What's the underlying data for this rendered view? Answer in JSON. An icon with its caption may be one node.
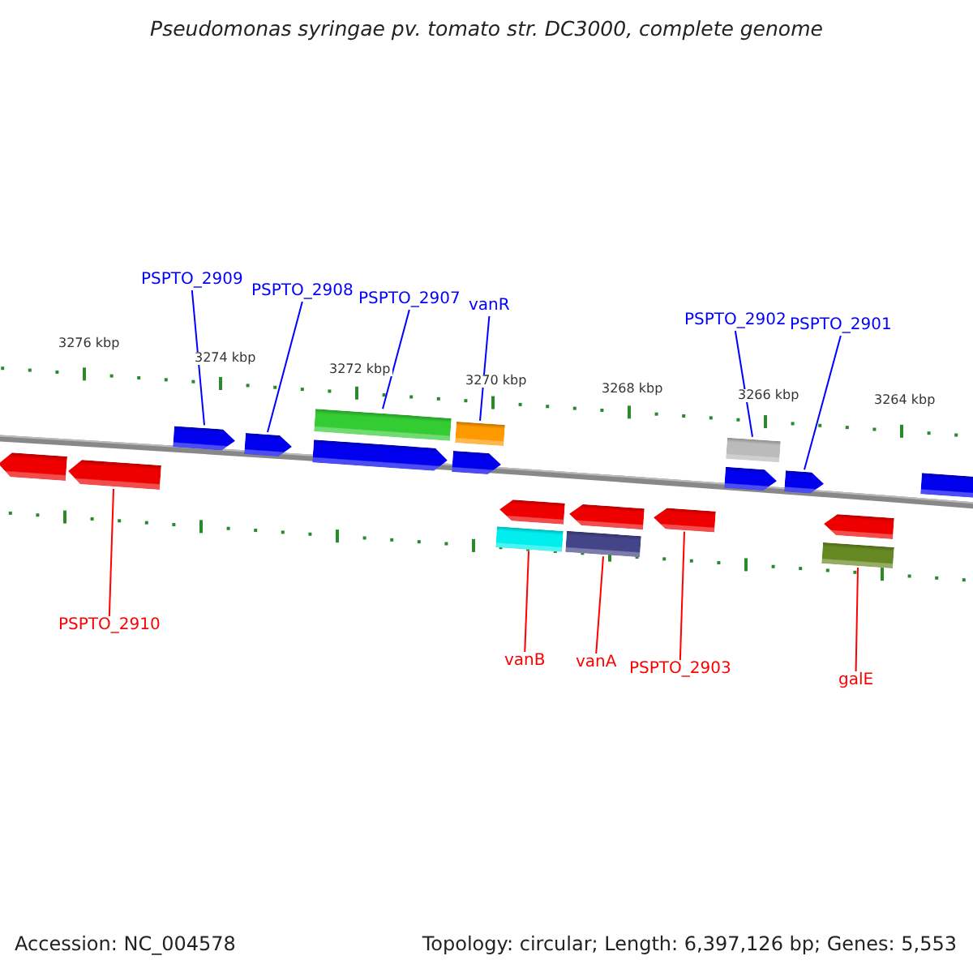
{
  "diagram": {
    "title": "Pseudomonas syringae pv. tomato str. DC3000, complete genome",
    "nodes": [
      {
        "text": [
          "PSPTO_2909"
        ]
      },
      {
        "text": [
          "PSPTO_2908"
        ]
      },
      {
        "text": [
          "PSPTO_2907"
        ]
      },
      {
        "text": [
          "vanR"
        ]
      },
      {
        "text": [
          "PSPTO_2902"
        ]
      },
      {
        "text": [
          "PSPTO_2901"
        ]
      },
      {
        "text": [],
        "shape": "arrow"
      },
      {
        "text": [],
        "shape": "arrow"
      },
      {
        "text": [],
        "shape": "arrow"
      },
      {
        "text": [],
        "shape": "arrow"
      },
      {
        "text": [],
        "shape": "bar"
      },
      {
        "text": [],
        "shape": "arrow"
      },
      {
        "text": [],
        "shape": "bar"
      },
      {
        "text": [],
        "shape": "arrow"
      },
      {
        "text": [],
        "shape": "bar"
      },
      {
        "text": [],
        "shape": "arrow"
      },
      {
        "text": [],
        "shape": "bar"
      },
      {
        "text": [],
        "shape": "arrow"
      },
      {
        "text": [],
        "shape": "arrow"
      },
      {
        "text": [],
        "shape": "bar"
      },
      {
        "text": [],
        "shape": "arrow"
      },
      {
        "text": [],
        "shape": "arrow"
      },
      {
        "text": [],
        "shape": "bar"
      },
      {
        "text": [],
        "shape": "arrow"
      },
      {
        "text": [],
        "shape": "bar"
      },
      {
        "text": [
          "PSPTO_2910"
        ]
      },
      {
        "text": [
          "vanB"
        ]
      },
      {
        "text": [
          "vanA"
        ]
      },
      {
        "text": [
          "PSPTO_2903"
        ]
      },
      {
        "text": [
          "galE"
        ]
      }
    ],
    "edges": [
      {
        "from": 0,
        "to": 8,
        "arrow": "none"
      },
      {
        "from": 1,
        "to": 9,
        "arrow": "none"
      },
      {
        "from": 2,
        "to": 10,
        "arrow": "none"
      },
      {
        "from": 3,
        "to": 12,
        "arrow": "none"
      },
      {
        "from": 4,
        "to": 19,
        "arrow": "none"
      },
      {
        "from": 5,
        "to": 21,
        "arrow": "none"
      },
      {
        "from": 25,
        "to": 7,
        "arrow": "none",
        "color": "#ff0000"
      },
      {
        "from": 26,
        "to": 14,
        "arrow": "none",
        "color": "#ff0000"
      },
      {
        "from": 27,
        "to": 16,
        "arrow": "none",
        "color": "#ff0000"
      },
      {
        "from": 28,
        "to": 18,
        "arrow": "none",
        "color": "#ff0000"
      },
      {
        "from": 29,
        "to": 22,
        "arrow": "none",
        "color": "#ff0000"
      }
    ],
    "labels": [
      "3276 kbp",
      "3274 kbp",
      "3272 kbp",
      "3270 kbp",
      "3268 kbp",
      "3266 kbp",
      "3264 kbp",
      "Accession: NC_004578",
      "Topology: circular; Length: 6,397,126 bp; Genes: 5,553"
    ]
  }
}
